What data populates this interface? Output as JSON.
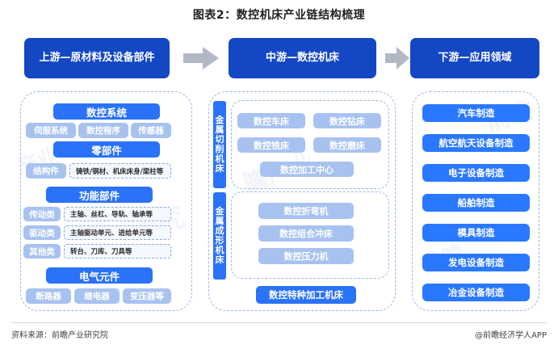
{
  "title": "图表2：数控机床产业链结构梳理",
  "colors": {
    "header_blue": "#1447c4",
    "major_blue": "#2a72f8",
    "app_blue": "#2a78ff",
    "sub_light_blue": "#a8c2f0",
    "dashed_border": "#9fb6e6",
    "arrow_gray": "#b3b8c6"
  },
  "headers": {
    "upstream": "上游—原材料及设备部件",
    "midstream": "中游—数控机床",
    "downstream": "下游—应用领域"
  },
  "arrows": [
    {
      "name": "arrow-upstream-to-midstream"
    },
    {
      "name": "arrow-midstream-to-downstream"
    }
  ],
  "upstream": {
    "groups": [
      {
        "title": "数控系统",
        "chips": [
          "伺服系统",
          "数控程序",
          "传感器"
        ]
      },
      {
        "title": "零部件",
        "rows": [
          {
            "label": "结构件",
            "detail": "铸铁/钢材、机床床身/梁柱等"
          }
        ]
      },
      {
        "title": "功能部件",
        "rows": [
          {
            "label": "传动类",
            "detail": "主轴、丝杠、导轨、轴承等"
          },
          {
            "label": "驱动类",
            "detail": "主轴驱动单元、进给单元等"
          },
          {
            "label": "其他类",
            "detail": "转台、刀库、刀具等"
          }
        ]
      },
      {
        "title": "电气元件",
        "chips": [
          "断路器",
          "继电器",
          "变压器等"
        ]
      }
    ]
  },
  "midstream": {
    "categories": [
      {
        "label": "金属切削机床",
        "label_chars": [
          "金",
          "属",
          "切",
          "削",
          "机",
          "床"
        ],
        "items": [
          "数控车床",
          "数控钻床",
          "数控铣床",
          "数控磨床",
          "数控加工中心"
        ]
      },
      {
        "label": "金属成形机床",
        "label_chars": [
          "金",
          "属",
          "成",
          "形",
          "机",
          "床"
        ],
        "items": [
          "数控折弯机",
          "数控组合冲床",
          "数控压力机"
        ]
      }
    ],
    "standalone": "数控特种加工机床"
  },
  "downstream": {
    "items": [
      "汽车制造",
      "航空航天设备制造",
      "电子设备制造",
      "船舶制造",
      "模具制造",
      "发电设备制造",
      "冶金设备制造"
    ]
  },
  "footer": {
    "source": "资料来源：前瞻产业研究院",
    "account": "@前瞻经济学人APP"
  },
  "watermarks": [
    "前瞻产业研究院",
    "前瞻研究院",
    "中国产业咨询"
  ]
}
